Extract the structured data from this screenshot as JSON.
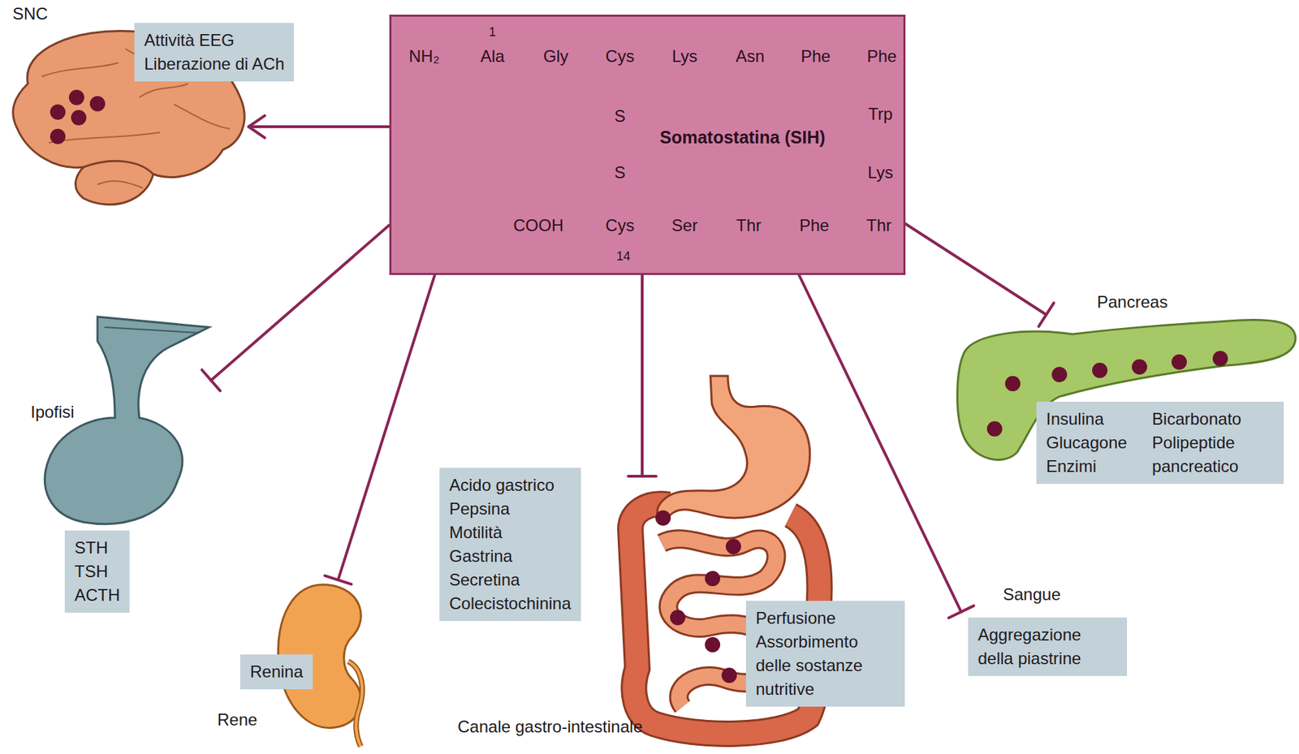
{
  "diagram": {
    "nodes": [
      {
        "text": [
          "Somatostatina (SIH)"
        ]
      },
      {
        "text": [
          "SNC"
        ]
      },
      {
        "text": [
          "Attività EEG",
          "Liberazione di ACh"
        ],
        "in": 1
      },
      {
        "text": [
          "Ipofisi"
        ]
      },
      {
        "text": [
          "STH",
          "TSH",
          "ACTH"
        ],
        "in": 3
      },
      {
        "text": [
          "Rene"
        ]
      },
      {
        "text": [
          "Renina"
        ],
        "in": 5
      },
      {
        "text": [
          "Canale gastro-intestinale"
        ]
      },
      {
        "text": [
          "Acido gastrico",
          "Pepsina",
          "Motilità",
          "Gastrina",
          "Secretina",
          "Colecistochinina"
        ],
        "in": 7
      },
      {
        "text": [
          "Perfusione",
          "Assorbimento delle sostanze nutritive"
        ],
        "in": 7
      },
      {
        "text": [
          "Sangue"
        ]
      },
      {
        "text": [
          "Aggregazione della piastrine"
        ],
        "in": 10
      },
      {
        "text": [
          "Pancreas"
        ]
      },
      {
        "text": [
          "Insulina",
          "Glucagone",
          "Enzimi",
          "Bicarbonato",
          "Polipeptide pancreatico"
        ],
        "in": 12
      }
    ],
    "edges": [
      {
        "from": 0,
        "to": 1,
        "arrow": "to"
      },
      {
        "from": 0,
        "to": 3,
        "arrow": "to"
      },
      {
        "from": 0,
        "to": 5,
        "arrow": "to"
      },
      {
        "from": 0,
        "to": 7,
        "arrow": "to"
      },
      {
        "from": 0,
        "to": 10,
        "arrow": "to"
      },
      {
        "from": 0,
        "to": 12,
        "arrow": "to"
      }
    ],
    "labels": [
      "1",
      "NH₂",
      "Ala",
      "Gly",
      "Cys",
      "Lys",
      "Asn",
      "Phe",
      "Phe",
      "S",
      "S",
      "Trp",
      "Lys",
      "COOH",
      "Cys",
      "Ser",
      "Thr",
      "Phe",
      "Thr",
      "14"
    ]
  }
}
